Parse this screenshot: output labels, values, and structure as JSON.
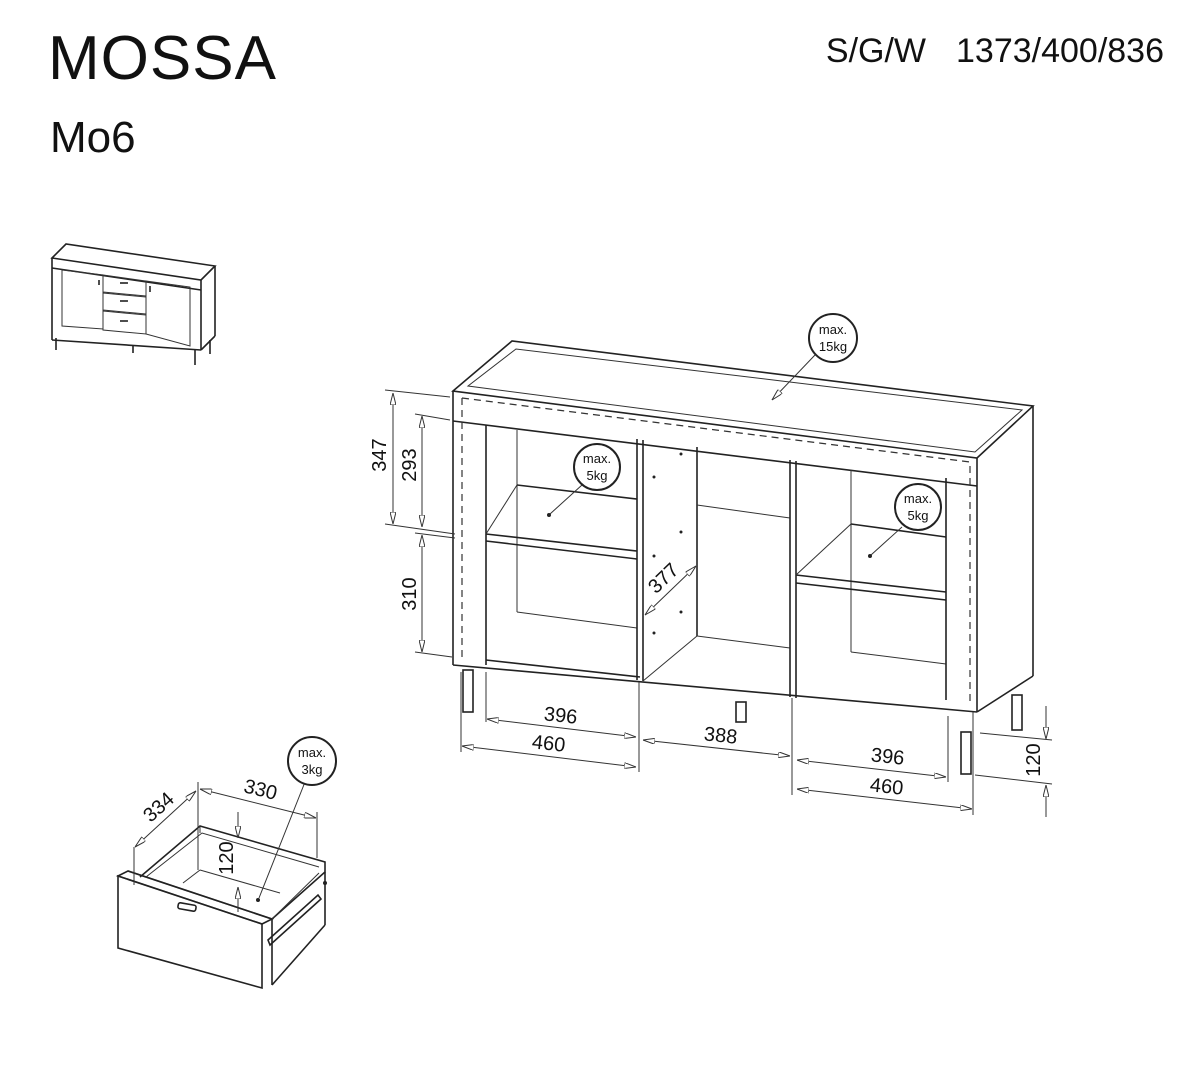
{
  "header": {
    "product_name": "MOSSA",
    "model_code": "Mo6",
    "dimension_label": "S/G/W",
    "dimension_values": "1373/400/836"
  },
  "thumbnail": {
    "description": "sideboard-preview",
    "doors": 2,
    "drawers": 3,
    "legs": 4
  },
  "main_view": {
    "top_load": {
      "line1": "max.",
      "line2": "15kg"
    },
    "left_shelf_load": {
      "line1": "max.",
      "line2": "5kg"
    },
    "right_shelf_load": {
      "line1": "max.",
      "line2": "5kg"
    },
    "dimensions": {
      "upper_total": "347",
      "upper_inner": "293",
      "lower_inner": "310",
      "center_depth": "377",
      "left_inner_width": "396",
      "left_outer_width": "460",
      "center_width": "388",
      "right_inner_width": "396",
      "right_outer_width": "460",
      "leg_height": "120"
    }
  },
  "drawer_view": {
    "load": {
      "line1": "max.",
      "line2": "3kg"
    },
    "dimensions": {
      "depth": "334",
      "width": "330",
      "height": "120"
    }
  }
}
